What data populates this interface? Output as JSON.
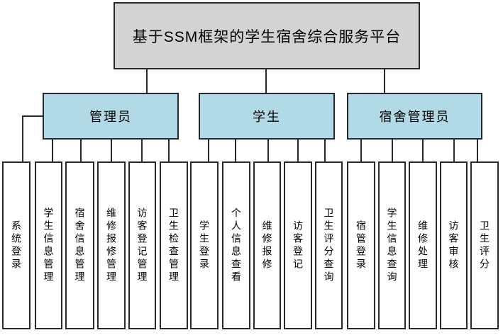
{
  "diagram": {
    "title": "基于SSM框架的学生宿舍综合服务平台",
    "colors": {
      "root_fill": "#d3d3d3",
      "group_fill": "#b2d9e6",
      "leaf_fill": "#ffffff",
      "border": "#26292e",
      "line": "#26292e"
    },
    "groups": [
      {
        "label": "管理员",
        "children": [
          "系统登录",
          "学生信息管理",
          "宿舍信息管理",
          "维修报修管理",
          "访客登记管理",
          "卫生检查管理"
        ]
      },
      {
        "label": "学生",
        "children": [
          "学生登录",
          "个人信息查看",
          "维修报修",
          "访客登记",
          "卫生评分查询"
        ]
      },
      {
        "label": "宿舍管理员",
        "children": [
          "宿管登录",
          "学生信息查询",
          "维修处理",
          "访客审核",
          "卫生评分"
        ]
      }
    ]
  }
}
